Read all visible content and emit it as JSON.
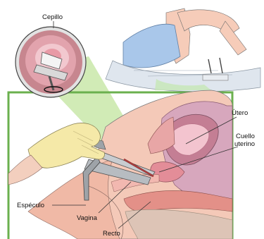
{
  "labels": {
    "brush": "Cepillo",
    "uterus": "Útero",
    "cervix_line1": "Cuello",
    "cervix_line2": "uterino",
    "speculum": "Espéculo",
    "vagina": "Vagina",
    "rectum": "Recto"
  },
  "colors": {
    "frame": "#6bb04e",
    "beam": "#b9e08f",
    "skin": "#f7cfc3",
    "uterus": "#c47e94",
    "glove": "#f5e9a8",
    "gown": "#a9c7ea"
  }
}
